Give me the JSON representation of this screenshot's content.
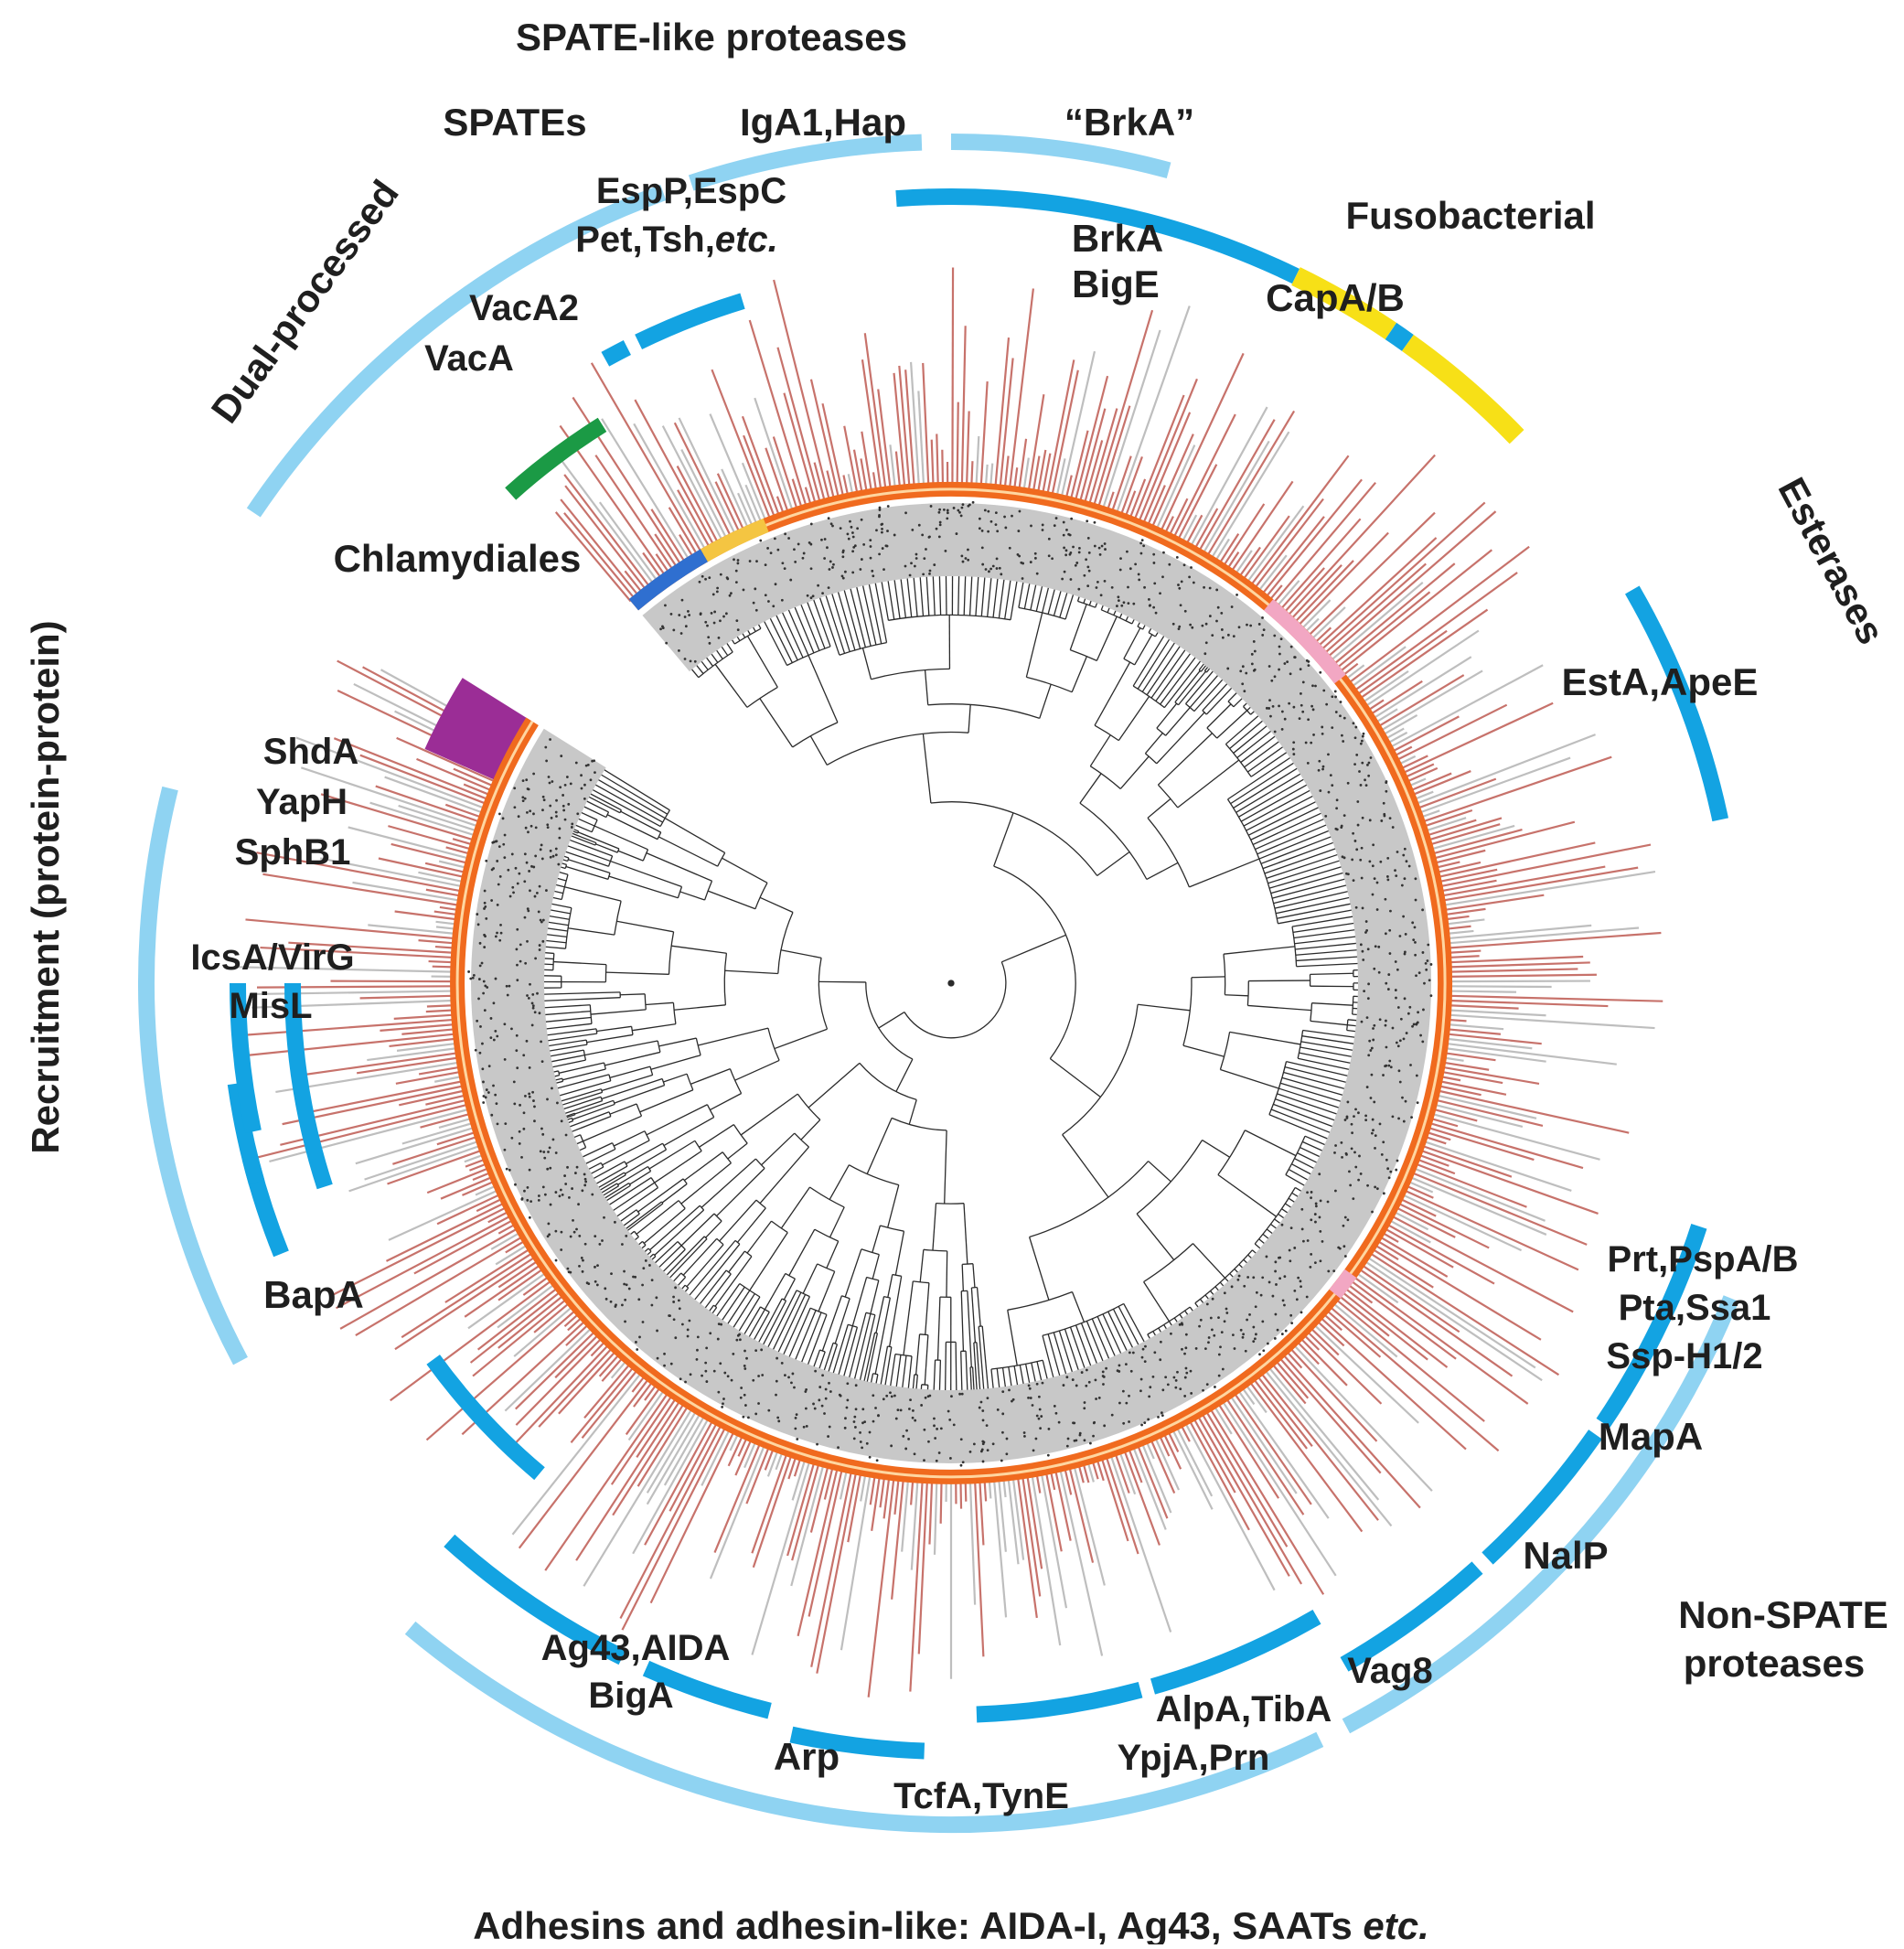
{
  "colors": {
    "light_blue": "#8fd3f2",
    "blue": "#13a3e2",
    "yellow": "#f7e017",
    "green": "#1b9a45",
    "purple": "#9b2d96",
    "orange_ring": "#f06a1e",
    "pink_segment": "#f2a7c3",
    "red_bars": "#b5443a",
    "grey_bars": "#a9a9a9",
    "branch_color": "#2b2b2b"
  },
  "labels": {
    "spate_like": "SPATE-like proteases",
    "spates": "SPATEs",
    "iga1_hap": "IgA1,Hap",
    "brka_group": "“BrkA”",
    "esp": "EspP,EspC",
    "pet_tsh": "Pet,Tsh,",
    "etc": "etc.",
    "fusobacterial": "Fusobacterial",
    "brka": "BrkA",
    "bige": "BigE",
    "capab": "CapA/B",
    "dual_processed": "Dual-processed",
    "vaca2": "VacA2",
    "vaca": "VacA",
    "chlamydiales": "Chlamydiales",
    "esterases": "Esterases",
    "esta_apee": "EstA,ApeE",
    "recruitment": "Recruitment (protein-protein)",
    "shda": "ShdA",
    "yaph": "YapH",
    "sphb1": "SphB1",
    "icsa": "IcsA/VirG",
    "misl": "MisL",
    "bapa": "BapA",
    "prt": "Prt,PspA/B",
    "pta": "Pta,Ssa1",
    "ssp": "Ssp-H1/2",
    "mapa": "MapA",
    "nalp": "NalP",
    "non_spate_1": "Non-SPATE",
    "non_spate_2": "proteases",
    "ag43_aida": "Ag43,AIDA",
    "biga": "BigA",
    "vag8": "Vag8",
    "alpa": "AlpA,TibA",
    "ypja": "YpjA,Prn",
    "arp": "Arp",
    "tcfa": "TcfA,TynE",
    "adhesins": "Adhesins and adhesin-like: AIDA-I, Ag43, SAATs ",
    "adhesins_etc": "etc."
  }
}
